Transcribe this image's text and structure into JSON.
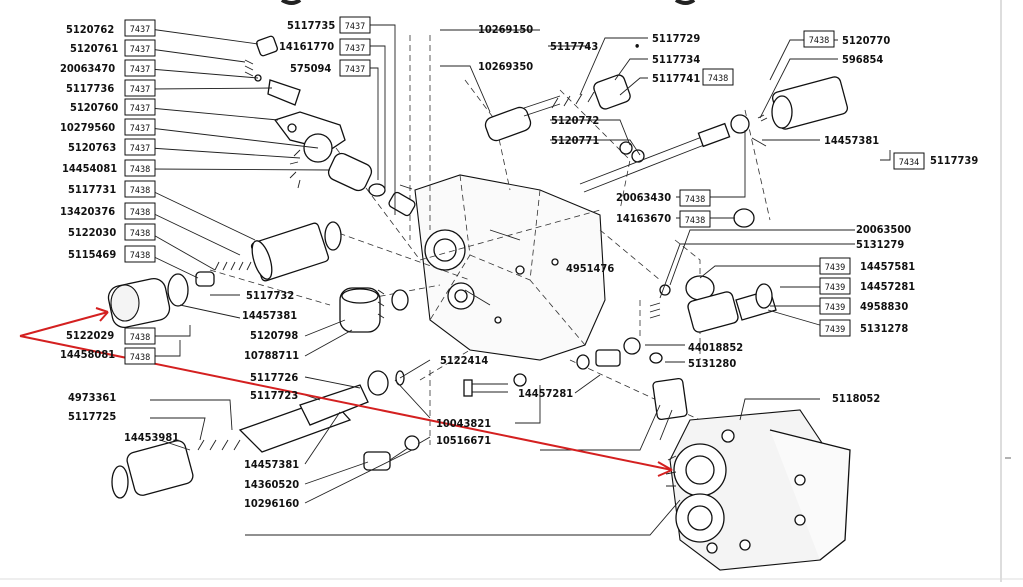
{
  "labels": {
    "l5120762": "5120762",
    "l5120761": "5120761",
    "l20063470": "20063470",
    "l5117736": "5117736",
    "l5120760": "5120760",
    "l10279560": "10279560",
    "l5120763": "5120763",
    "l14454081": "14454081",
    "l5117731": "5117731",
    "l13420376": "13420376",
    "l5122030": "5122030",
    "l5115469": "5115469",
    "l5117732": "5117732",
    "l14457381a": "14457381",
    "l5122029": "5122029",
    "l14458081": "14458081",
    "l5120798": "5120798",
    "l10788711": "10788711",
    "l5117735": "5117735",
    "l14161770": "14161770",
    "l575094": "575094",
    "l10269150": "10269150",
    "l10269350": "10269350",
    "l5117743": "5117743",
    "l5117729": "5117729",
    "l5117734": "5117734",
    "l5117741": "5117741",
    "l5120772": "5120772",
    "l5120771": "5120771",
    "l5120770": "5120770",
    "l596854": "596854",
    "l14457381b": "14457381",
    "l5117739": "5117739",
    "l20063430": "20063430",
    "l14163670": "14163670",
    "l20063500": "20063500",
    "l5131279": "5131279",
    "l4951476": "4951476",
    "l14457581": "14457581",
    "l14457281a": "14457281",
    "l4958830": "4958830",
    "l5131278": "5131278",
    "l44018852": "44018852",
    "l5131280": "5131280",
    "l5122414": "5122414",
    "l5117726": "5117726",
    "l5117723": "5117723",
    "l4973361": "4973361",
    "l5117725": "5117725",
    "l14453981": "14453981",
    "l14457381c": "14457381",
    "l14360520": "14360520",
    "l10296160": "10296160",
    "l10043821": "10043821",
    "l10516671": "10516671",
    "l14457281b": "14457281",
    "l5118052": "5118052"
  },
  "boxes": {
    "b7437": "7437",
    "b7438": "7438",
    "b7439": "7439",
    "b7434": "7434"
  },
  "bullet": "•",
  "colors": {
    "arrow": "#d42020",
    "ink": "#111111"
  }
}
